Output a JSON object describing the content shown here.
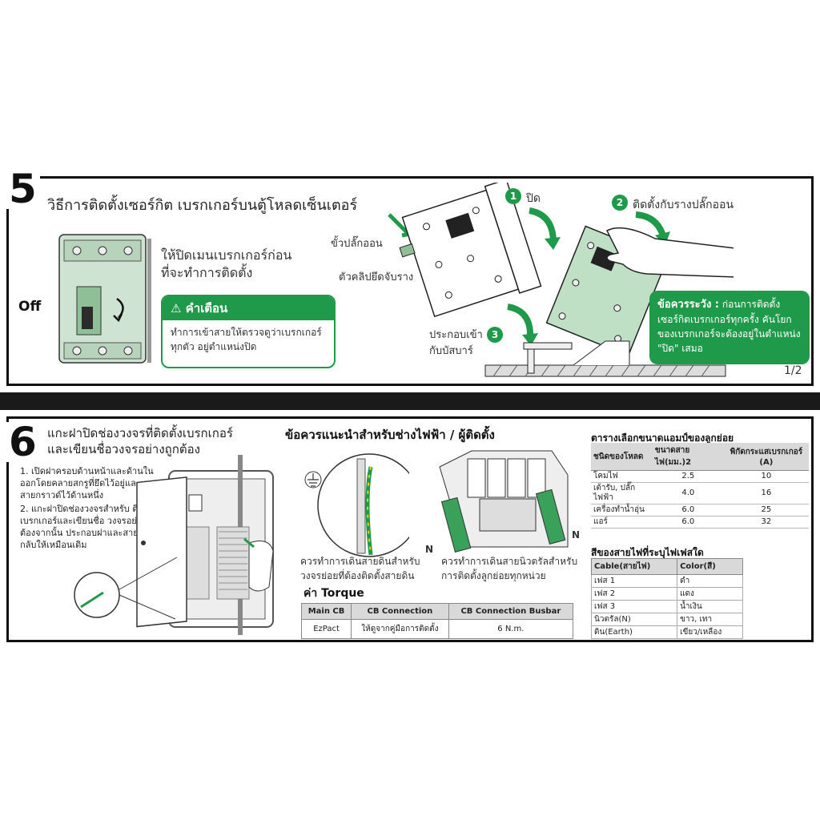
{
  "section5": {
    "number": "5",
    "title": "วิธีการติดตั้งเซอร์กิต เบรกเกอร์บนตู้โหลดเซ็นเตอร์",
    "off_label": "Off",
    "instruction_line1": "ให้ปิดเมนเบรกเกอร์ก่อน",
    "instruction_line2": "ที่จะทำการติดตั้ง",
    "warning_title": "คำเตือน",
    "warning_line1": "ทำการเข้าสายให้ตรวจดูว่าเบรกเกอร์",
    "warning_line2": "ทุกตัว อยู่ตำแหน่งปิด",
    "label_plug_pin": "ขั้วปลั๊กออน",
    "label_rail_clip": "ตัวคลิปยึดจับราง",
    "label_mount_line1": "ประกอบเข้า",
    "label_mount_line2": "กับบัสบาร์",
    "step1_num": "1",
    "step1_label": "ปิด",
    "step2_num": "2",
    "step2_label": "ติดตั้งกับรางปลั๊กออน",
    "step3_num": "3",
    "caution_title": "ข้อควรระวัง :",
    "caution_line1": "ก่อนการติดตั้ง",
    "caution_line2": "เซอร์กิตเบรกเกอร์ทุกครั้ง คันโยก",
    "caution_line3": "ของเบรกเกอร์จะต้องอยู่ในตำแหน่ง",
    "caution_line4": "\"ปิด\" เสมอ",
    "page_indicator": "1/2",
    "colors": {
      "accent": "#1f9a4a"
    }
  },
  "section6": {
    "number": "6",
    "title_line1": "แกะฝาปิดช่องวงจรที่ติดตั้งเบรกเกอร์",
    "title_line2": "และเขียนชื่อวงจรอย่างถูกต้อง",
    "step1": "1. เปิดฝาครอบด้านหน้าและด้านใน ออกโดยคลายสกรูที่ยึดไว้อยู่และ ถอดสายกราวด์ไว้ด้านหนึ่ง",
    "step2": "2. แกะฝาปิดช่องวงจรสำหรับ ติดตั้งเบรกเกอร์และเขียนชื่อ วงจรอย่างถูกต้องจากนั้น ประกอบฝาและสายกราวด์ กลับให้เหมือนเดิม",
    "advice_heading": "ข้อควรแนะนำสำหรับช่างไฟฟ้า / ผู้ติดตั้ง",
    "ground_note_line1": "ควรทำการเดินสายดินสำหรับ",
    "ground_note_line2": "วงจรย่อยที่ต้องติดตั้งสายดิน",
    "neutral_note_line1": "ควรทำการเดินสายนิวตรัลสำหรับ",
    "neutral_note_line2": "การติดตั้งลูกย่อยทุกหน่วย",
    "n_label": "N",
    "torque_title": "ค่า Torque",
    "torque_table": {
      "headers": [
        "Main CB",
        "CB Connection",
        "CB Connection Busbar"
      ],
      "rows": [
        [
          "EzPact",
          "ให้ดูจากคู่มือการติดตั้ง",
          "6 N.m."
        ]
      ]
    },
    "wire_table_title": "ตารางเลือกขนาดแอมป์ของลูกย่อย",
    "wire_table": {
      "headers": [
        "ชนิดของโหลด",
        "ขนาดสายไฟ(มม.)2",
        "พิกัดกระแสเบรกเกอร์ (A)"
      ],
      "rows": [
        [
          "โคมไฟ",
          "2.5",
          "10"
        ],
        [
          "เต้ารับ, ปลั๊กไฟฟ้า",
          "4.0",
          "16"
        ],
        [
          "เครื่องทำน้ำอุ่น",
          "6.0",
          "25"
        ],
        [
          "แอร์",
          "6.0",
          "32"
        ]
      ]
    },
    "color_table_title": "สีของสายไฟที่ระบุไฟเฟสใด",
    "color_table": {
      "headers": [
        "Cable(สายไฟ)",
        "Color(สี)"
      ],
      "rows": [
        [
          "เฟส 1",
          "ดำ"
        ],
        [
          "เฟส 2",
          "แดง"
        ],
        [
          "เฟส 3",
          "น้ำเงิน"
        ],
        [
          "นิวตรัล(N)",
          "ขาว, เทา"
        ],
        [
          "ดิน(Earth)",
          "เขียว/เหลือง"
        ]
      ]
    }
  }
}
